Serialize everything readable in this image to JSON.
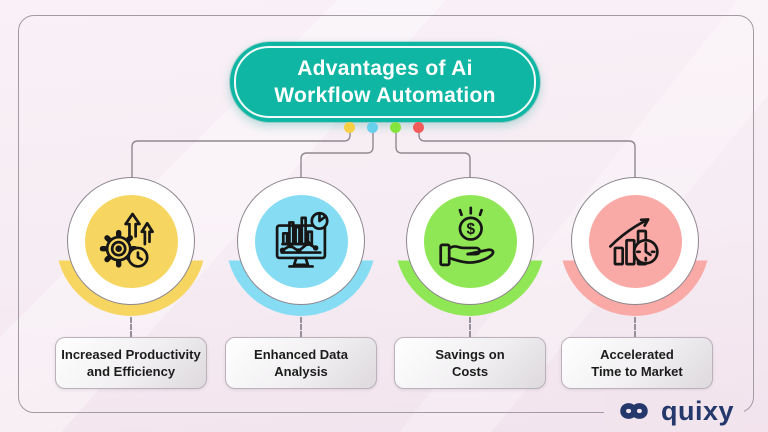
{
  "title": {
    "lines": [
      "Advantages of Ai",
      "Workflow Automation"
    ]
  },
  "items": [
    {
      "name": "increased-productivity",
      "label_lines": [
        "Increased Productivity",
        "and Efficiency"
      ],
      "circle_color": "#F6D661",
      "dot_color": "#F6CF45",
      "icon": "gear-growth-clock-icon"
    },
    {
      "name": "enhanced-data-analysis",
      "label_lines": [
        "Enhanced Data",
        "Analysis"
      ],
      "circle_color": "#85DCF3",
      "dot_color": "#67D0EC",
      "icon": "monitor-analytics-icon"
    },
    {
      "name": "savings-on-costs",
      "label_lines": [
        "Savings on",
        "Costs"
      ],
      "circle_color": "#90E756",
      "dot_color": "#83E43E",
      "icon": "hand-coin-icon"
    },
    {
      "name": "accelerated-time-to-market",
      "label_lines": [
        "Accelerated",
        "Time to Market"
      ],
      "circle_color": "#F9A9A6",
      "dot_color": "#F15B59",
      "icon": "bar-growth-clock-icon"
    }
  ],
  "brand": {
    "name": "quixy",
    "color": "#24386B"
  },
  "theme": {
    "banner_color": "#0FB6A3",
    "background": "#F6ECF3",
    "connector_color": "#8F8A90",
    "frame_border_color": "#A39BA3",
    "label_text_color": "#1C1C1C"
  }
}
